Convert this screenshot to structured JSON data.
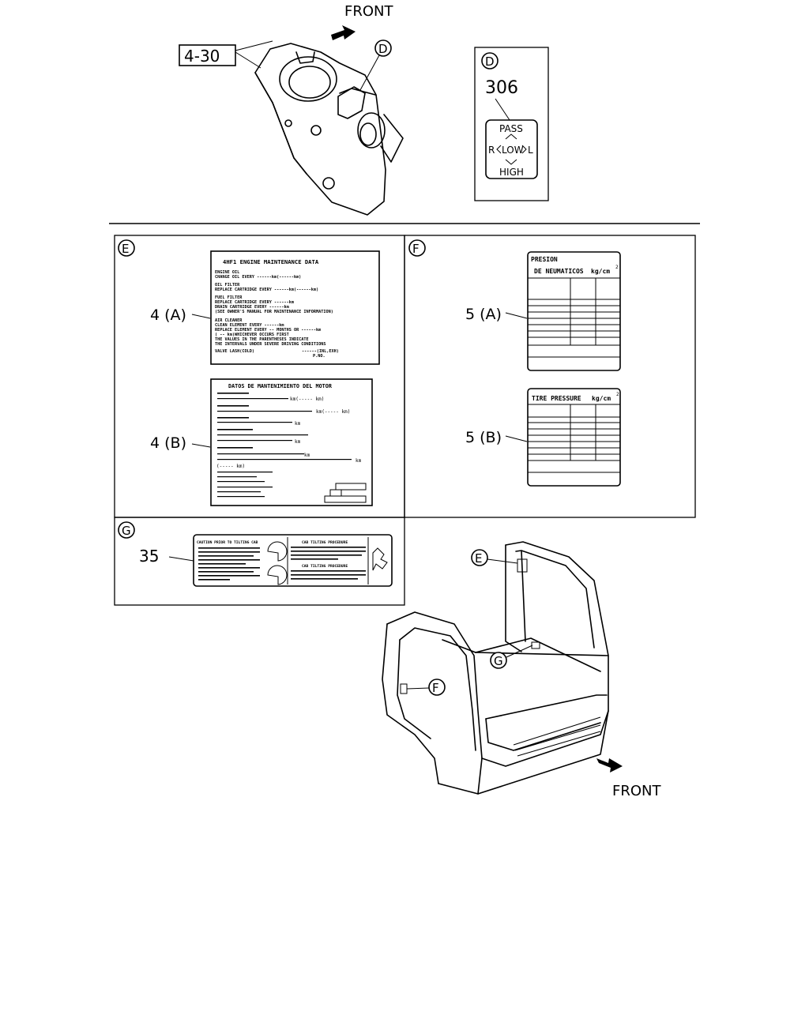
{
  "top": {
    "front_label": "FRONT",
    "part_ref": "4-30",
    "callout_d": "D"
  },
  "panel_d": {
    "letter": "D",
    "part_no": "306",
    "label_pass": "PASS",
    "label_r": "R",
    "label_low": "LOW",
    "label_l": "L",
    "label_high": "HIGH"
  },
  "panel_e": {
    "letter": "E",
    "ref_a": "4 (A)",
    "ref_b": "4 (B)",
    "label_a": {
      "title": "4HF1 ENGINE MAINTENANCE DATA",
      "lines": [
        "ENGINE OIL",
        "CHANGE OIL EVERY ------km(------km)",
        "OIL FILTER",
        "REPLACE CARTRIDGE EVERY ------km(------km)",
        "FUEL FILTER",
        "REPLACE CARTRIDGE EVERY ------km",
        "DRAIN CARTRIDGE EVERY ------km",
        "(SEE OWNER'S MANUAL FOR MAINTENANCE INFORMATION)",
        "AIR CLEANER",
        "CLEAN ELEMENT EVERY ------km",
        "REPLACE ELEMENT EVERY -- MONTHS OR ------km",
        "( -- km)WHICHEVER OCCURS FIRST",
        "THE VALUES IN THE PARENTHESES INDICATE",
        "THE INTERVALS UNDER SEVERE DRIVING CONDITIONS",
        "VALVE LASH(COLD)",
        "------(INL,EXH)",
        "P.NO."
      ]
    },
    "label_b": {
      "title": "DATOS DE MANTENIMIENTO DEL MOTOR",
      "km1": "km(----- km)",
      "km2": "km(----- km)",
      "km3": "km",
      "km4": "km",
      "km5": "km",
      "km6": "km",
      "km7": "(----- km)"
    }
  },
  "panel_f": {
    "letter": "F",
    "ref_a": "5 (A)",
    "ref_b": "5 (B)",
    "label_a_title1": "PRESION",
    "label_a_title2": "DE NEUMATICOS",
    "label_a_unit": "kg/cm",
    "label_b_title": "TIRE PRESSURE",
    "label_b_unit": "kg/cm",
    "sup": "2"
  },
  "panel_g": {
    "letter": "G",
    "ref": "35",
    "caution": "CAUTION PRIOR TO TILTING CAB",
    "proc1": "CAB TILTING PROCEDURE",
    "proc2": "CAB TILTING PROCEDURE"
  },
  "cab": {
    "callout_e": "E",
    "callout_f": "F",
    "callout_g": "G",
    "front_label": "FRONT"
  }
}
